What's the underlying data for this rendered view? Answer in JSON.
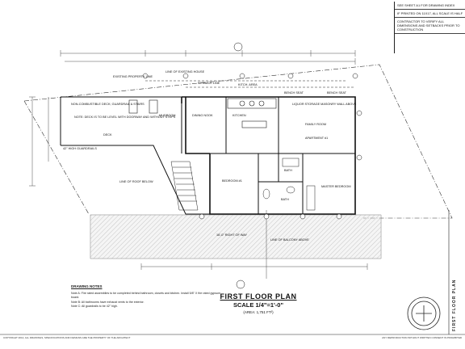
{
  "notes_box": {
    "line1": "SEE SHEET A1 FOR DRAWING INDEX",
    "line2": "IF PRINTED ON 11X17, ALL SCALE IS HALF",
    "line3": "CONTRACTOR TO VERIFY ALL DIMENSIONS AND SETBACKS PRIOR TO CONSTRUCTION"
  },
  "plan_labels": {
    "existing_property_line": "EXISTING PROPERTY LINE",
    "line_of_existing_house": "LINE OF EXISTING HOUSE",
    "setback_line": "SETBACK LINE",
    "kitchen_area": "KITCH. AREA",
    "bench_seat_1": "BENCH SEAT",
    "bench_seat_2": "BENCH SEAT",
    "non_combustible_deck": "NON-COMBUSTIBLE DECK; GUARDRAIL & STAIRS",
    "note_deck": "NOTE: DECK IS TO BE LEVEL WITH DOORWAY AND WITHOUT STEPS",
    "mudroom": "MUDROOM",
    "dining_nook": "DINING NOOK",
    "kitchen": "KITCHEN",
    "family_room": "FAMILY ROOM",
    "liquor_wall": "LIQUOR STORAGE MASONRY WALL ABOVE",
    "apartment": "APARTMENT #1",
    "deck": "DECK",
    "guardrails": "42\" HIGH GUARDRAILS",
    "line_of_roof_below": "LINE OF ROOF BELOW",
    "bedroom": "BEDROOM #1",
    "bath_1": "BATH",
    "bath_2": "BATH",
    "master_bedroom": "MASTER BEDROOM",
    "right_of_way": "16'-0\" RIGHT OF WAY",
    "line_of_balcony_above": "LINE OF BALCONY ABOVE"
  },
  "drawing_notes": {
    "header": "DRAWING NOTES",
    "note_a": "Note A: Fire rated assemblies to be completed behind bathroom, closets and kitchen. Install 5/8\" X fire rated gypsum board.",
    "note_b": "Note B: All bathrooms have exhaust vents to the exterior.",
    "note_c": "Note C: All guardrails to be 42\" high."
  },
  "title_block": {
    "title": "FIRST FLOOR PLAN",
    "scale": "SCALE 1/4\"=1'-0\"",
    "area": "(AREA: 1,751 FT²)"
  },
  "bottom_text": {
    "left": "COPYRIGHT 2014, ALL DRAWINGS, SPECIFICATIONS AND DESIGNS ARE THE PROPERTY OF THE ARCHITECT",
    "right": "ANY REPRODUCTION WITHOUT WRITTEN CONSENT IS PROHIBITED"
  },
  "right_vertical": "FIRST FLOOR PLAN",
  "colors": {
    "line": "#1a1a1a",
    "hatch": "#777777",
    "row_fill": "#e2e2e2"
  }
}
